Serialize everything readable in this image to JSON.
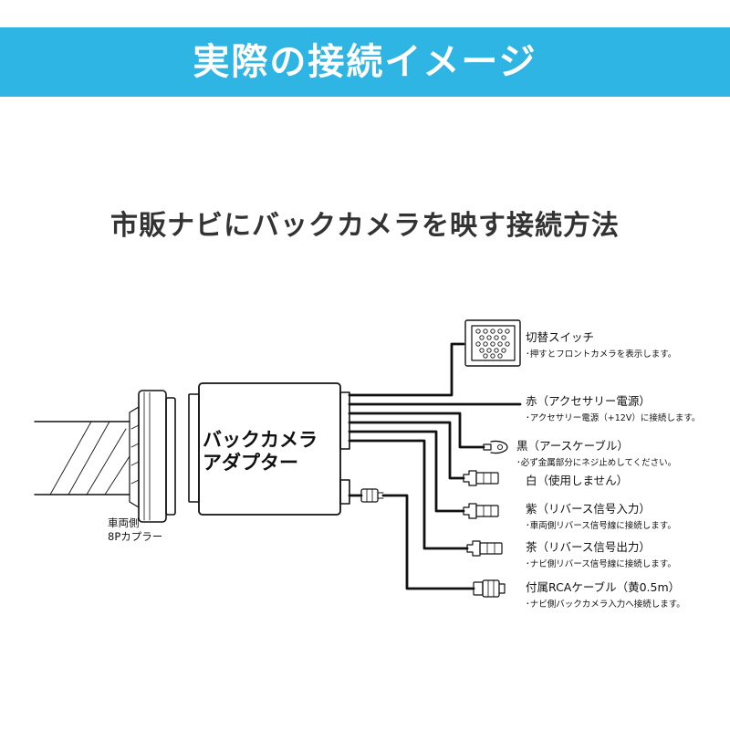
{
  "header": {
    "title": "実際の接続イメージ",
    "banner_color": "#2fb5e3"
  },
  "subtitle": "市販ナビにバックカメラを映す接続方法",
  "adapter": {
    "line1": "バックカメラ",
    "line2": "アダプター"
  },
  "coupler": {
    "line1": "車両側",
    "line2": "8Pカプラー"
  },
  "connections": [
    {
      "label": "切替スイッチ",
      "note": "･押すとフロントカメラを表示します。"
    },
    {
      "label": "赤（アクセサリー電源）",
      "note": "･アクセサリー電源（+12V）に接続します。"
    },
    {
      "label": "黒（アースケーブル）",
      "note": "･必ず金属部分にネジ止めしてください。"
    },
    {
      "label": "白（使用しません）",
      "note": ""
    },
    {
      "label": "紫（リバース信号入力）",
      "note": "･車両側リバース信号線に接続します。"
    },
    {
      "label": "茶（リバース信号出力）",
      "note": "･ナビ側リバース信号線に接続します。"
    },
    {
      "label": "付属RCAケーブル（黄0.5m）",
      "note": "･ナビ側バックカメラ入力へ接続します。"
    }
  ]
}
